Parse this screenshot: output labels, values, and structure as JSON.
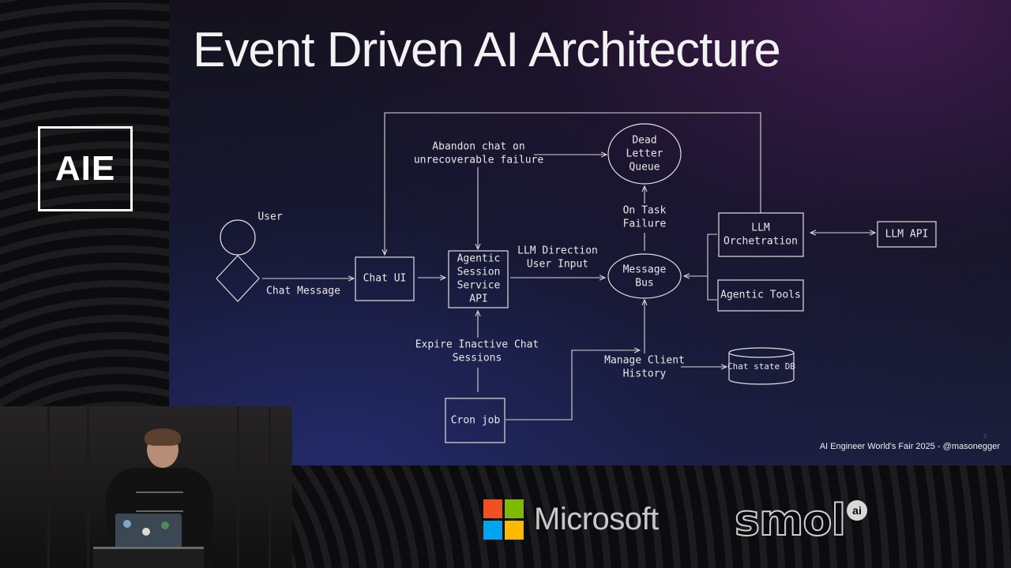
{
  "slide": {
    "title": "Event Driven AI Architecture",
    "footer": "AI Engineer World's Fair 2025 - @masonegger",
    "page_number": "6"
  },
  "logo": {
    "text": "AIE"
  },
  "diagram": {
    "nodes": {
      "user": "User",
      "chat_ui": "Chat UI",
      "session_api": [
        "Agentic",
        "Session",
        "Service",
        "API"
      ],
      "dead_letter": [
        "Dead",
        "Letter",
        "Queue"
      ],
      "message_bus": [
        "Message",
        "Bus"
      ],
      "llm_orch": [
        "LLM",
        "Orchetration"
      ],
      "llm_api": "LLM API",
      "agentic_tools": "Agentic Tools",
      "chat_db": "Chat state DB",
      "cron_job": "Cron job"
    },
    "edges": {
      "chat_message": "Chat Message",
      "abandon": [
        "Abandon chat on",
        "unrecoverable failure"
      ],
      "direction": [
        "LLM Direction",
        "User Input"
      ],
      "task_failure": [
        "On Task",
        "Failure"
      ],
      "expire": [
        "Expire Inactive Chat",
        "Sessions"
      ],
      "history": [
        "Manage Client",
        "History"
      ]
    }
  },
  "sponsors": {
    "microsoft": "Microsoft",
    "smol": "smol",
    "smol_ai": "ai"
  }
}
